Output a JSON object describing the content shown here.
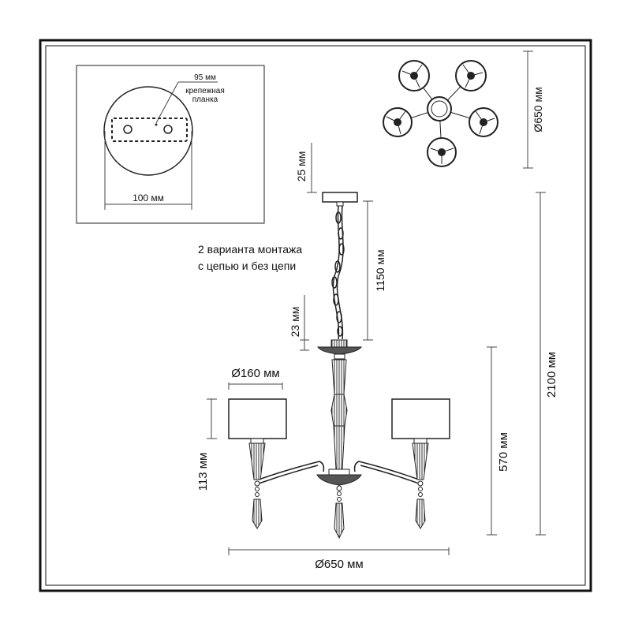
{
  "colors": {
    "line": "#222222",
    "frame": "#111111",
    "background": "#ffffff"
  },
  "inset": {
    "plate_width_label": "95 мм",
    "plate_name_line1": "крепежная",
    "plate_name_line2": "планка",
    "base_diameter_label": "100 мм"
  },
  "labels": {
    "top_view_diameter": "Ø650 мм",
    "canopy_height": "25 мм",
    "chain_length": "1150 мм",
    "connector_height": "23 мм",
    "mount_note_line1": "2 варианта монтажа",
    "mount_note_line2": "с цепью и без цепи",
    "shade_diameter": "Ø160 мм",
    "shade_height": "113 мм",
    "body_height": "570 мм",
    "total_height": "2100 мм",
    "overall_diameter": "Ø650 мм"
  }
}
